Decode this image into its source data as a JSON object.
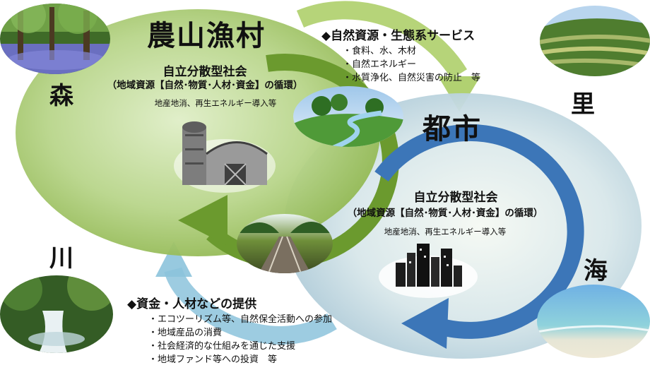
{
  "labels": {
    "rural": "農山漁村",
    "city": "都市",
    "forest": "森",
    "village": "里",
    "river": "川",
    "sea": "海"
  },
  "rural_box": {
    "title": "自立分散型社会",
    "subtitle": "（地域資源【自然･物質･人材･資金】の循環）",
    "note": "地産地消、再生エネルギー導入等"
  },
  "city_box": {
    "title": "自立分散型社会",
    "subtitle": "（地域資源【自然･物質･人材･資金】の循環）",
    "note": "地産地消、再生エネルギー導入等"
  },
  "rural_to_city": {
    "title": "◆自然資源・生態系サービス",
    "items": [
      "・食料、水、木材",
      "・自然エネルギー",
      "・水質浄化、自然災害の防止　等"
    ]
  },
  "city_to_rural": {
    "title": "◆資金・人材などの提供",
    "items": [
      "・エコツーリズム等、自然保全活動への参加",
      "・地域産品の消費",
      "・社会経済的な仕組みを通じた支援",
      "・地域ファンド等への投資　等"
    ]
  },
  "colors": {
    "rural_circle": "#9fc260",
    "rural_arrow": "#6b9a2e",
    "city_circle": "#c7dbe6",
    "city_arrow": "#3c76b8",
    "connector_green": "#a9cc62",
    "connector_blue": "#8cc3dc"
  },
  "photos": [
    "forest-photo",
    "terrace-photo",
    "river-photo",
    "beach-photo",
    "landscape-photo",
    "railway-photo",
    "barn-illustration",
    "city-skyline-illustration"
  ]
}
